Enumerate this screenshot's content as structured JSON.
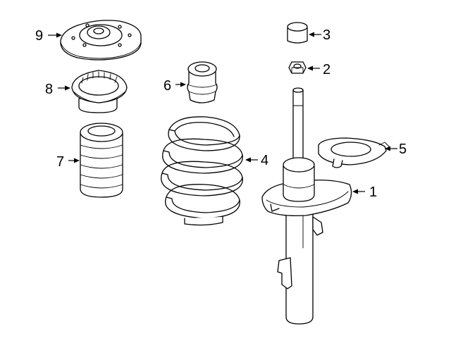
{
  "diagram": {
    "background": "#ffffff",
    "line_color": "#000000",
    "callouts": {
      "strut": "1",
      "nut": "2",
      "cap": "3",
      "coil_spring": "4",
      "spring_seat": "5",
      "bump_stop": "6",
      "boot": "7",
      "bearing": "8",
      "mount": "9"
    }
  }
}
